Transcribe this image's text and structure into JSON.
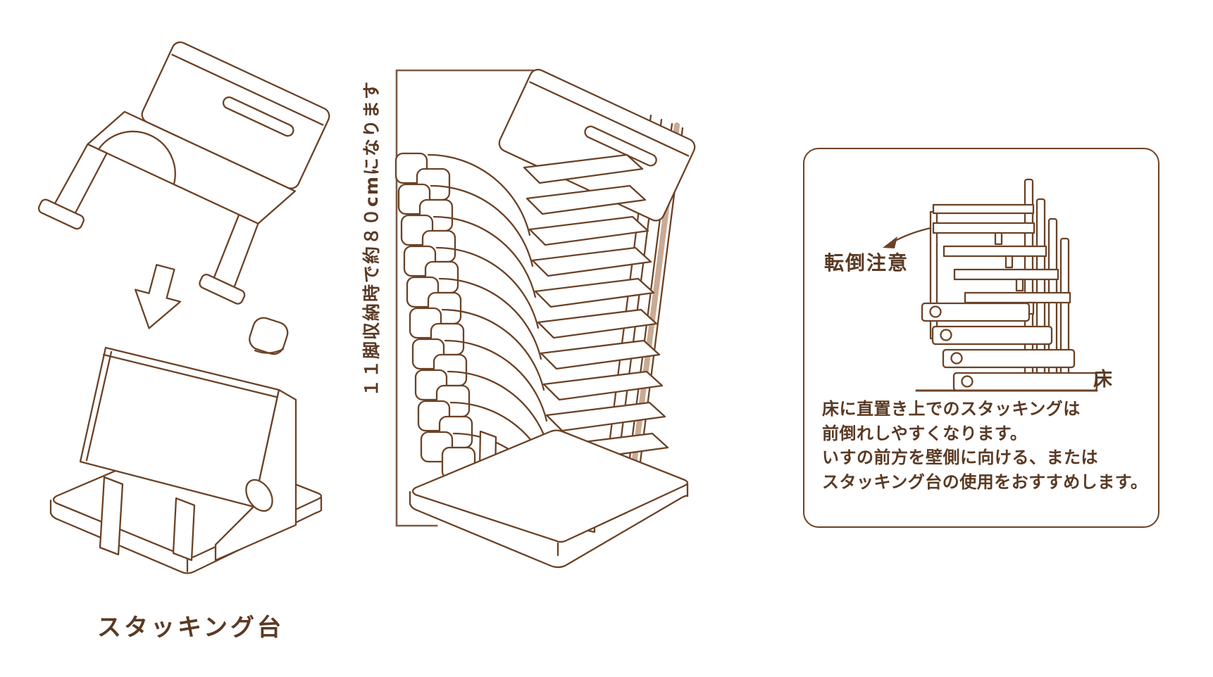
{
  "colors": {
    "line": "#6b4226",
    "shade": "#c9ab94",
    "text": "#5a3a24",
    "bracket": "#7d5b45",
    "background": "#ffffff"
  },
  "figure_left": {
    "caption": "スタッキング台"
  },
  "figure_middle": {
    "dimension_note": "１１脚収納時で約８０cmになります"
  },
  "figure_right": {
    "warning_label": "転倒注意",
    "floor_label": "床",
    "notes": [
      "床に直置き上でのスタッキングは",
      "前倒れしやすくなります。",
      "いすの前方を壁側に向ける、または",
      "スタッキング台の使用をおすすめします。"
    ]
  },
  "icons": {
    "down_arrow": "block-arrow-down",
    "warning_arrow": "arrow-pointing-lower-left"
  }
}
